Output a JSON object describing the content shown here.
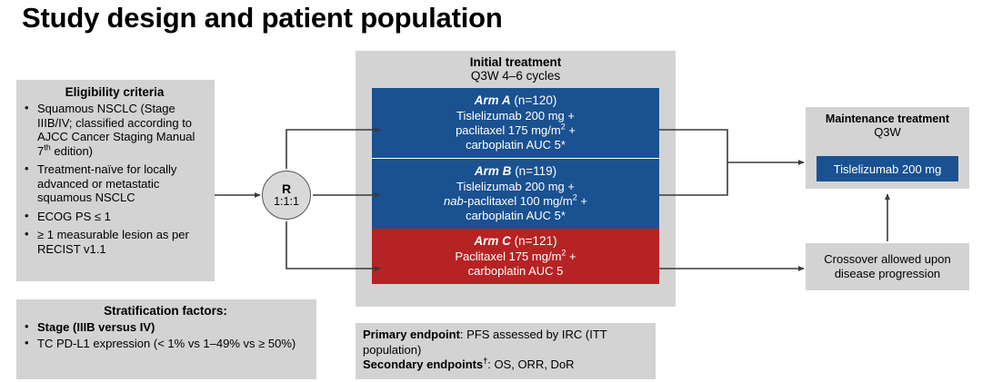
{
  "title": "Study design and patient population",
  "colors": {
    "arm_blue": "#1a5190",
    "arm_red": "#b62324",
    "panel_grey": "#d3d3d3",
    "node_grey": "#d9d9d9"
  },
  "eligibility": {
    "heading": "Eligibility criteria",
    "items": [
      "Squamous NSCLC (Stage IIIB/IV; classified according to AJCC Cancer Staging Manual 7th edition)",
      "Treatment-naïve for locally advanced or metastatic squamous NSCLC",
      "ECOG PS ≤ 1",
      "≥ 1 measurable lesion as per RECIST v1.1"
    ],
    "item0_pre": "Squamous NSCLC (Stage IIIB/IV; classified according to AJCC Cancer Staging Manual 7",
    "item0_sup": "th",
    "item0_post": " edition)"
  },
  "stratification": {
    "heading": "Stratification factors:",
    "item1_bold": "Stage (IIIB versus IV)",
    "item2": "TC PD-L1 expression (< 1% vs 1–49% vs ≥ 50%)"
  },
  "randomisation": {
    "label": "R",
    "ratio": "1:1:1"
  },
  "initial_treatment": {
    "heading": "Initial treatment",
    "subheading": "Q3W 4–6 cycles",
    "arms": [
      {
        "name": "Arm A",
        "n": "(n=120)",
        "line1": "Tislelizumab 200 mg +",
        "line2_pre": "paclitaxel 175 mg/m",
        "line2_sup": "2",
        "line2_post": " +",
        "line3": "carboplatin AUC 5*",
        "color": "#1a5190"
      },
      {
        "name": "Arm B",
        "n": "(n=119)",
        "line1": "Tislelizumab 200 mg +",
        "line2_italic": "nab",
        "line2_pre": "-paclitaxel 100 mg/m",
        "line2_sup": "2",
        "line2_post": " +",
        "line3": "carboplatin AUC 5*",
        "color": "#1a5190"
      },
      {
        "name": "Arm C",
        "n": "(n=121)",
        "line1": "",
        "line2_pre": "Paclitaxel 175 mg/m",
        "line2_sup": "2",
        "line2_post": " +",
        "line3": "carboplatin AUC 5",
        "color": "#b62324"
      }
    ]
  },
  "maintenance": {
    "heading": "Maintenance treatment",
    "subheading": "Q3W",
    "drug": "Tislelizumab 200 mg"
  },
  "crossover": {
    "text": "Crossover allowed upon disease progression"
  },
  "endpoints": {
    "primary_label": "Primary endpoint",
    "primary_text": ": PFS assessed by IRC (ITT population)",
    "secondary_label": "Secondary endpoints",
    "secondary_sup": "†",
    "secondary_text": ": OS, ORR, DoR"
  }
}
